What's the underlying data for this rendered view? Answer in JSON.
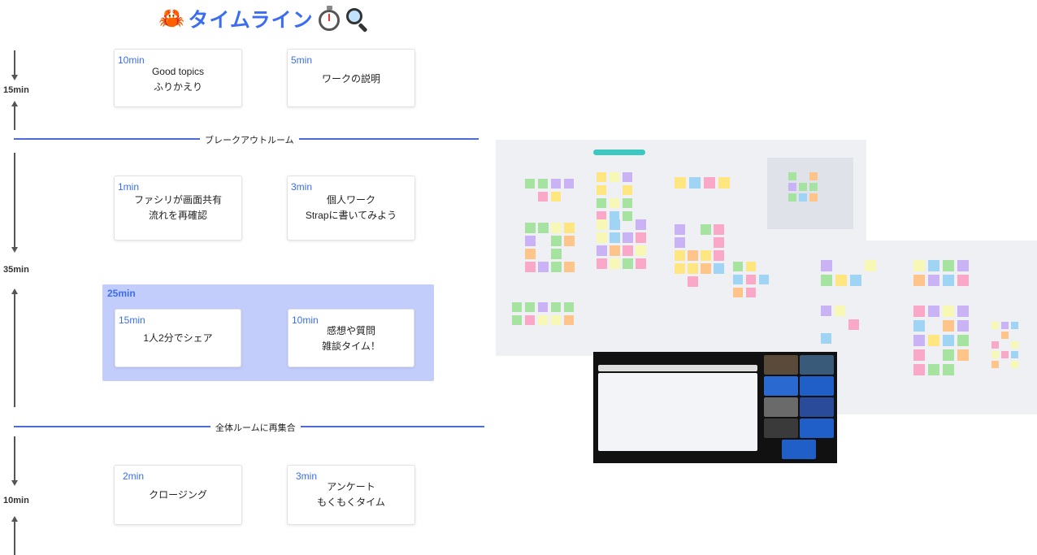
{
  "title": {
    "text": "タイムライン",
    "icons": [
      "crab-icon",
      "stopwatch-icon",
      "magnifier-icon"
    ]
  },
  "durations": [
    "15min",
    "35min",
    "10min"
  ],
  "dividers": {
    "breakout": "ブレークアウトルーム",
    "regroup": "全体ルームに再集合"
  },
  "cards": {
    "good_topics": {
      "min": "10min",
      "line1": "Good topics",
      "line2": "ふりかえり"
    },
    "work_explain": {
      "min": "5min",
      "line1": "ワークの説明"
    },
    "facili": {
      "min": "1min",
      "line1": "ファシリが画面共有",
      "line2": "流れを再確認"
    },
    "personal": {
      "min": "3min",
      "line1": "個人ワーク",
      "line2": "Strapに書いてみよう"
    },
    "group_min": "25min",
    "share": {
      "min": "15min",
      "line1": "1人2分でシェア"
    },
    "impressions": {
      "min": "10min",
      "line1": "感想や質問",
      "line2": "雑談タイム！"
    },
    "closing": {
      "min": "2min",
      "line1": "クロージング"
    },
    "survey": {
      "min": "3min",
      "line1": "アンケート",
      "line2": "もくもくタイム"
    }
  },
  "colors": {
    "accent": "#3b6df0",
    "divider": "#4c6bd6",
    "group_bg": "#c2cdfb",
    "arrow": "#555555"
  }
}
